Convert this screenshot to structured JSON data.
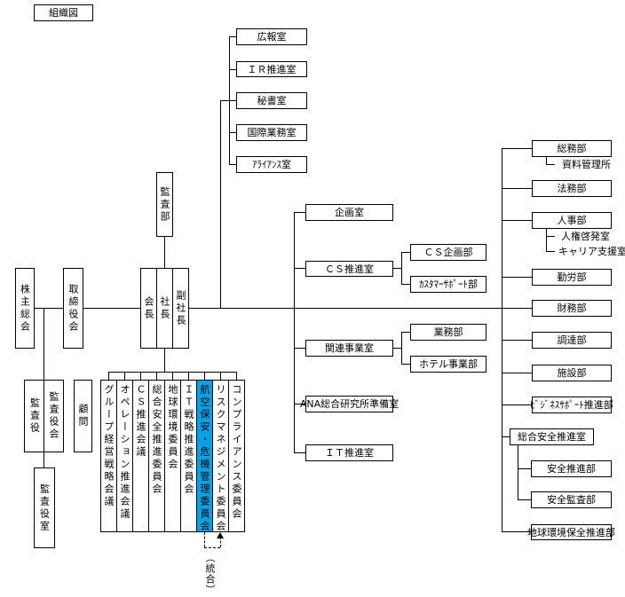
{
  "title": "組織図",
  "highlight_color": "#00a2e8",
  "governance": {
    "shareholders_meeting": "株主総会",
    "board_of_directors": "取締役会",
    "auditors": "監査役",
    "board_of_auditors": "監査役会",
    "auditors_office": "監査役室",
    "advisors": "顧問"
  },
  "executives": {
    "audit_department": "監査部",
    "chairman": "会長",
    "president": "社長",
    "vice_president": "副社長"
  },
  "committees": [
    {
      "label": "グループ経営戦略会議",
      "highlighted": false
    },
    {
      "label": "オペレーション推進会議",
      "highlighted": false
    },
    {
      "label": "ＣＳ推進会議",
      "highlighted": false
    },
    {
      "label": "総合安全推進委員会",
      "highlighted": false
    },
    {
      "label": "地球環境委員会",
      "highlighted": false
    },
    {
      "label": "ＩＴ戦略推進委員会",
      "highlighted": false
    },
    {
      "label": "航空保安・危機管理委員会",
      "highlighted": true
    },
    {
      "label": "リスクマネジメント委員会",
      "highlighted": false
    },
    {
      "label": "コンプライアンス委員会",
      "highlighted": false
    }
  ],
  "merge_note": "（統合）",
  "staff_offices": [
    {
      "label": "広報室"
    },
    {
      "label": "ＩＲ推進室"
    },
    {
      "label": "秘書室"
    },
    {
      "label": "国際業務室"
    },
    {
      "label": "ｱﾗｲｱﾝｽ室"
    }
  ],
  "corporate_offices": [
    {
      "label": "企画室",
      "children": []
    },
    {
      "label": "ＣＳ推進室",
      "children": [
        {
          "label": "ＣＳ企画部"
        },
        {
          "label": "ｶｽﾀﾏｰｻﾎﾟｰﾄ部"
        }
      ]
    },
    {
      "label": "関連事業室",
      "children": [
        {
          "label": "業務部"
        },
        {
          "label": "ホテル事業部"
        }
      ]
    },
    {
      "label": "ANA総合研究所準備室",
      "children": []
    },
    {
      "label": "ＩＴ推進室",
      "children": []
    }
  ],
  "departments": [
    {
      "label": "総務部",
      "children": [
        {
          "label": "資料管理所"
        }
      ]
    },
    {
      "label": "法務部",
      "children": []
    },
    {
      "label": "人事部",
      "children": [
        {
          "label": "人権啓発室"
        },
        {
          "label": "キャリア支援室"
        }
      ]
    },
    {
      "label": "勤労部",
      "children": []
    },
    {
      "label": "財務部",
      "children": []
    },
    {
      "label": "調達部",
      "children": []
    },
    {
      "label": "施設部",
      "children": []
    },
    {
      "label": "ﾋﾞｼﾞﾈｽｻﾎﾟｰﾄ推進部",
      "children": []
    },
    {
      "label": "総合安全推進室",
      "children": [
        {
          "label": "安全推進部"
        },
        {
          "label": "安全監査部"
        }
      ]
    },
    {
      "label": "地球環境保全推進部",
      "children": []
    }
  ]
}
